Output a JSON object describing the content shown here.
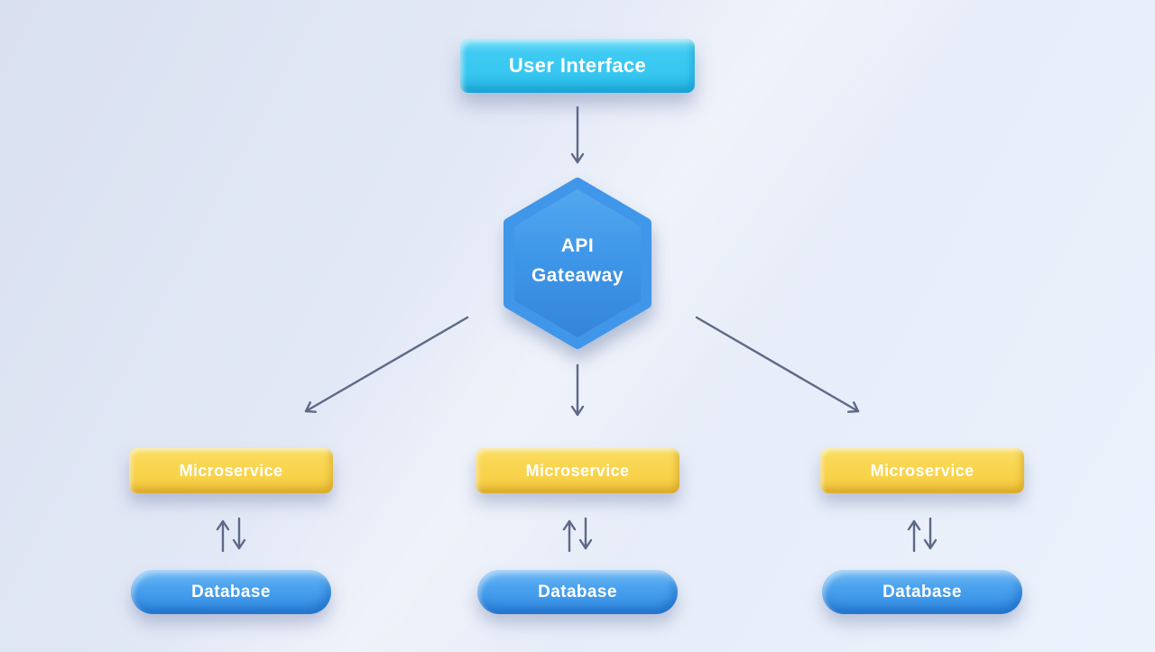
{
  "page": {
    "title": "Microservice Architecture Diagram"
  },
  "palette": {
    "cyan": "#38c8f1",
    "blue": "#3f97e9",
    "yellow": "#f8d24a",
    "arrow_color": "#5d6987",
    "text_color": "#ffffff",
    "background_start": "#d9e0f0",
    "background_end": "#ebf2fc"
  },
  "nodes": {
    "user_interface": {
      "label": "User Interface",
      "shape": "rounded-rectangle",
      "color": "#38c8f1"
    },
    "api_gateway": {
      "label_line1": "API",
      "label_line2": "Gateaway",
      "shape": "hexagon",
      "color": "#3f97e9"
    },
    "microservices": [
      {
        "label": "Microservice",
        "shape": "rounded-rectangle",
        "color": "#f8d24a"
      },
      {
        "label": "Microservice",
        "shape": "rounded-rectangle",
        "color": "#f8d24a"
      },
      {
        "label": "Microservice",
        "shape": "rounded-rectangle",
        "color": "#f8d24a"
      }
    ],
    "databases": [
      {
        "label": "Database",
        "shape": "pill",
        "color": "#3f97e9"
      },
      {
        "label": "Database",
        "shape": "pill",
        "color": "#3f97e9"
      },
      {
        "label": "Database",
        "shape": "pill",
        "color": "#3f97e9"
      }
    ]
  },
  "connectors": [
    {
      "from": "user-interface",
      "to": "api-gateway",
      "type": "one-way"
    },
    {
      "from": "api-gateway",
      "to": "microservice-1",
      "type": "one-way"
    },
    {
      "from": "api-gateway",
      "to": "microservice-2",
      "type": "one-way"
    },
    {
      "from": "api-gateway",
      "to": "microservice-3",
      "type": "one-way"
    },
    {
      "from": "microservice-1",
      "to": "database-1",
      "type": "two-way"
    },
    {
      "from": "microservice-2",
      "to": "database-2",
      "type": "two-way"
    },
    {
      "from": "microservice-3",
      "to": "database-3",
      "type": "two-way"
    }
  ]
}
